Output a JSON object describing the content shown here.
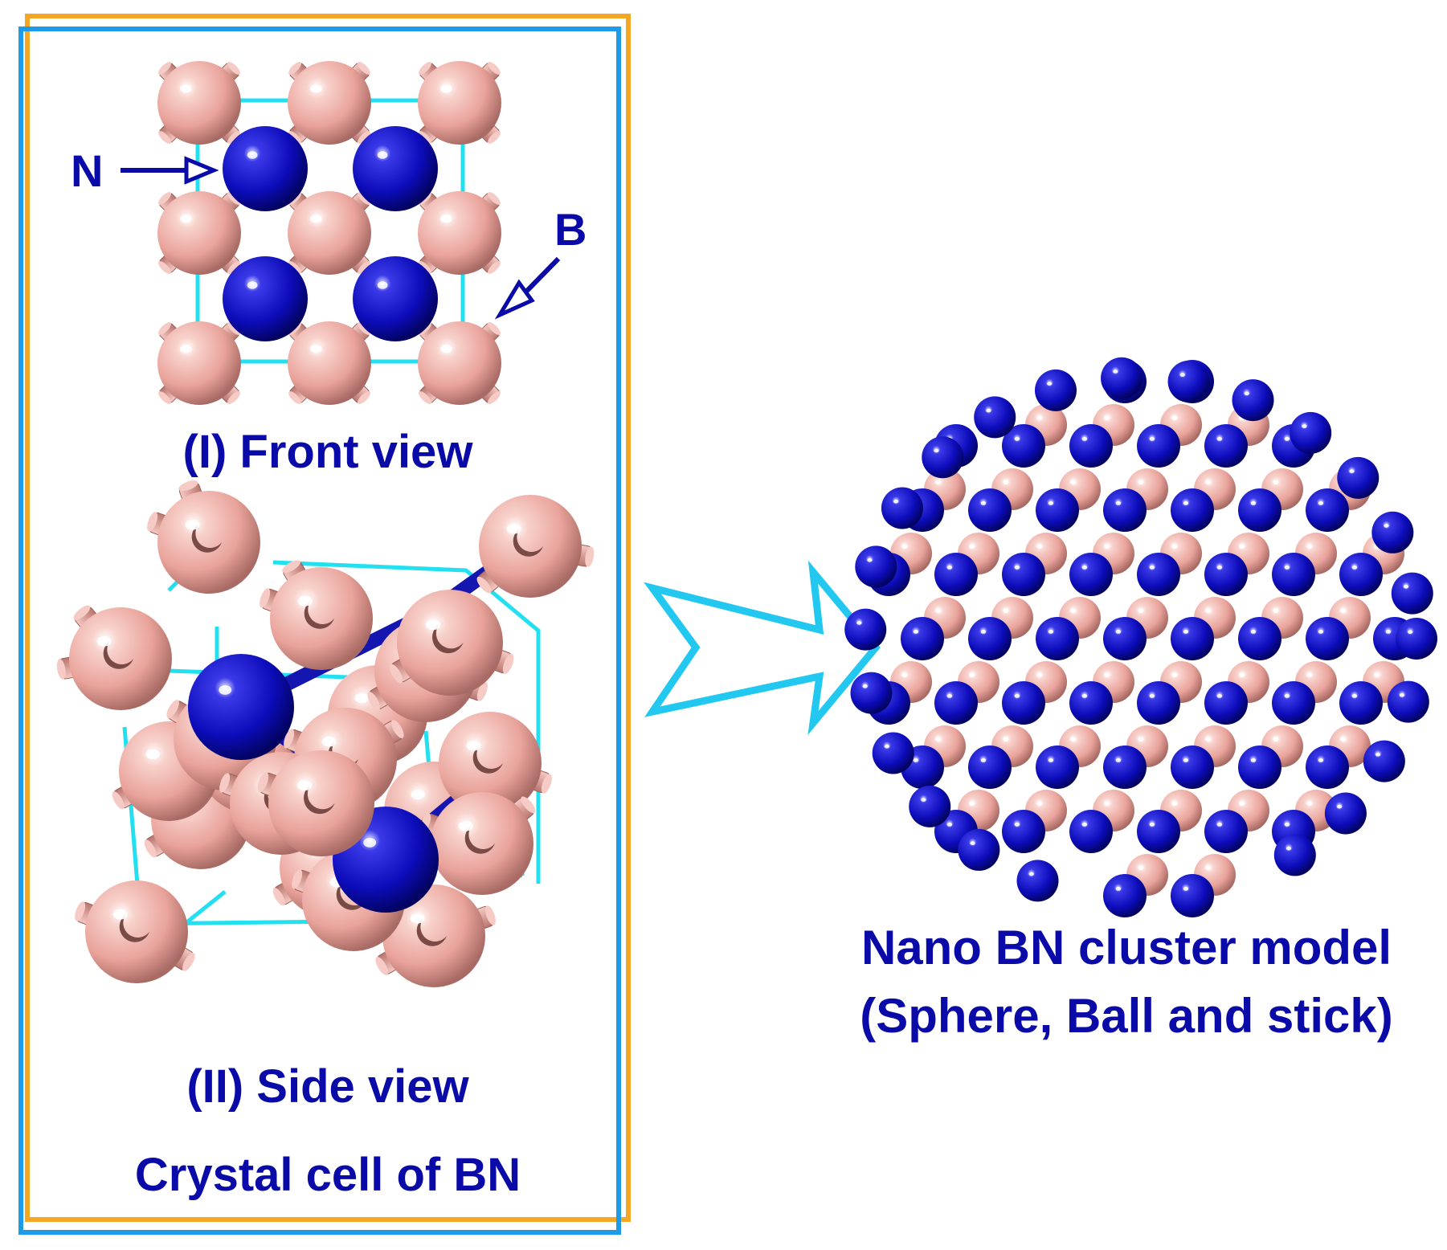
{
  "labels": {
    "n_atom": "N",
    "b_atom": "B",
    "front_view": "(I) Front view",
    "side_view": "(II) Side view",
    "crystal_cell": "Crystal cell of BN",
    "cluster_line1": "Nano BN cluster model",
    "cluster_line2": "(Sphere, Ball and stick)"
  },
  "colors": {
    "boron": "#f0b0a8",
    "nitrogen": "#1010c8",
    "label": "#0a0aa8",
    "cell_edge": "#22e0f0",
    "outer_frame": "#f5a623",
    "inner_frame": "#1e9be6",
    "arrow": "#22c8f0"
  }
}
